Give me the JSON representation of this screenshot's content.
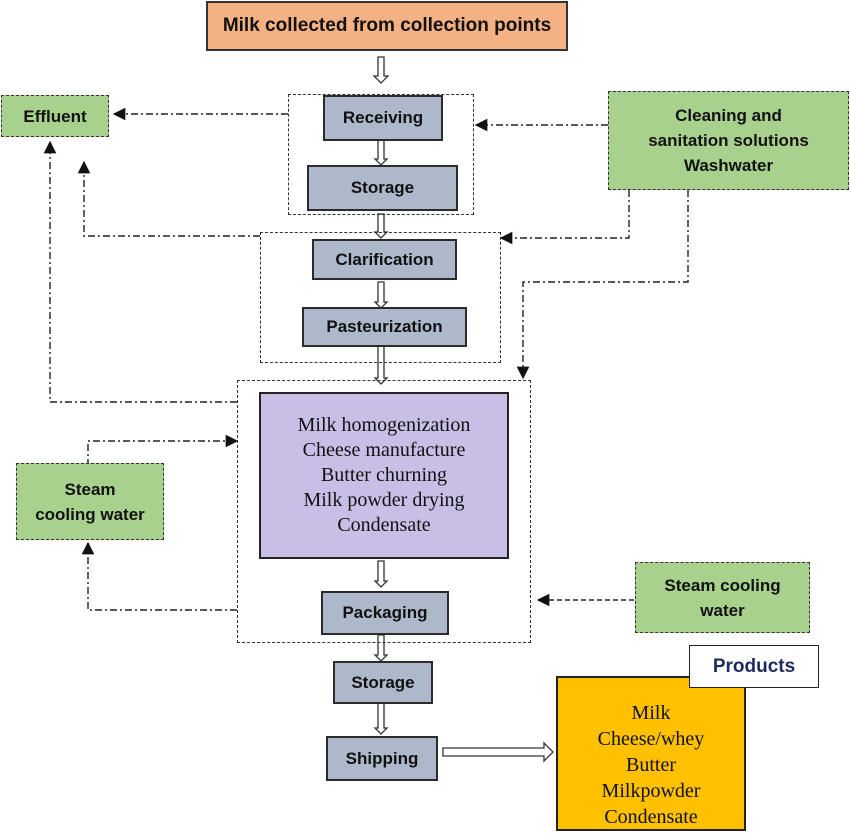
{
  "diagram": {
    "source_box": {
      "label": "Milk collected from collection points",
      "color": "#f4b183"
    },
    "process_steps": [
      {
        "id": "receiving",
        "label": "Receiving"
      },
      {
        "id": "storage1",
        "label": "Storage"
      },
      {
        "id": "clarification",
        "label": "Clarification"
      },
      {
        "id": "pasteurization",
        "label": "Pasteurization"
      },
      {
        "id": "packaging",
        "label": "Packaging"
      },
      {
        "id": "storage2",
        "label": "Storage"
      },
      {
        "id": "shipping",
        "label": "Shipping"
      }
    ],
    "processing_box": {
      "lines": [
        "Milk homogenization",
        "Cheese manufacture",
        "Butter churning",
        "Milk powder drying",
        "Condensate"
      ],
      "color": "#c9bfe6"
    },
    "effluent": {
      "label": "Effluent"
    },
    "cleaning": {
      "lines": [
        "Cleaning and",
        "sanitation solutions",
        "Washwater"
      ]
    },
    "steam_left": {
      "lines": [
        "Steam",
        "cooling water"
      ]
    },
    "steam_right": {
      "lines": [
        "Steam cooling",
        "water"
      ]
    },
    "products": {
      "title": "Products",
      "items": [
        "Milk",
        "Cheese/whey",
        "Butter",
        "Milkpowder",
        "Condensate"
      ],
      "color": "#ffc000"
    },
    "colors": {
      "step_fill": "#adb9ca",
      "input_output_fill": "#a9d18e",
      "products_title_text": "#1f2a5c"
    }
  }
}
